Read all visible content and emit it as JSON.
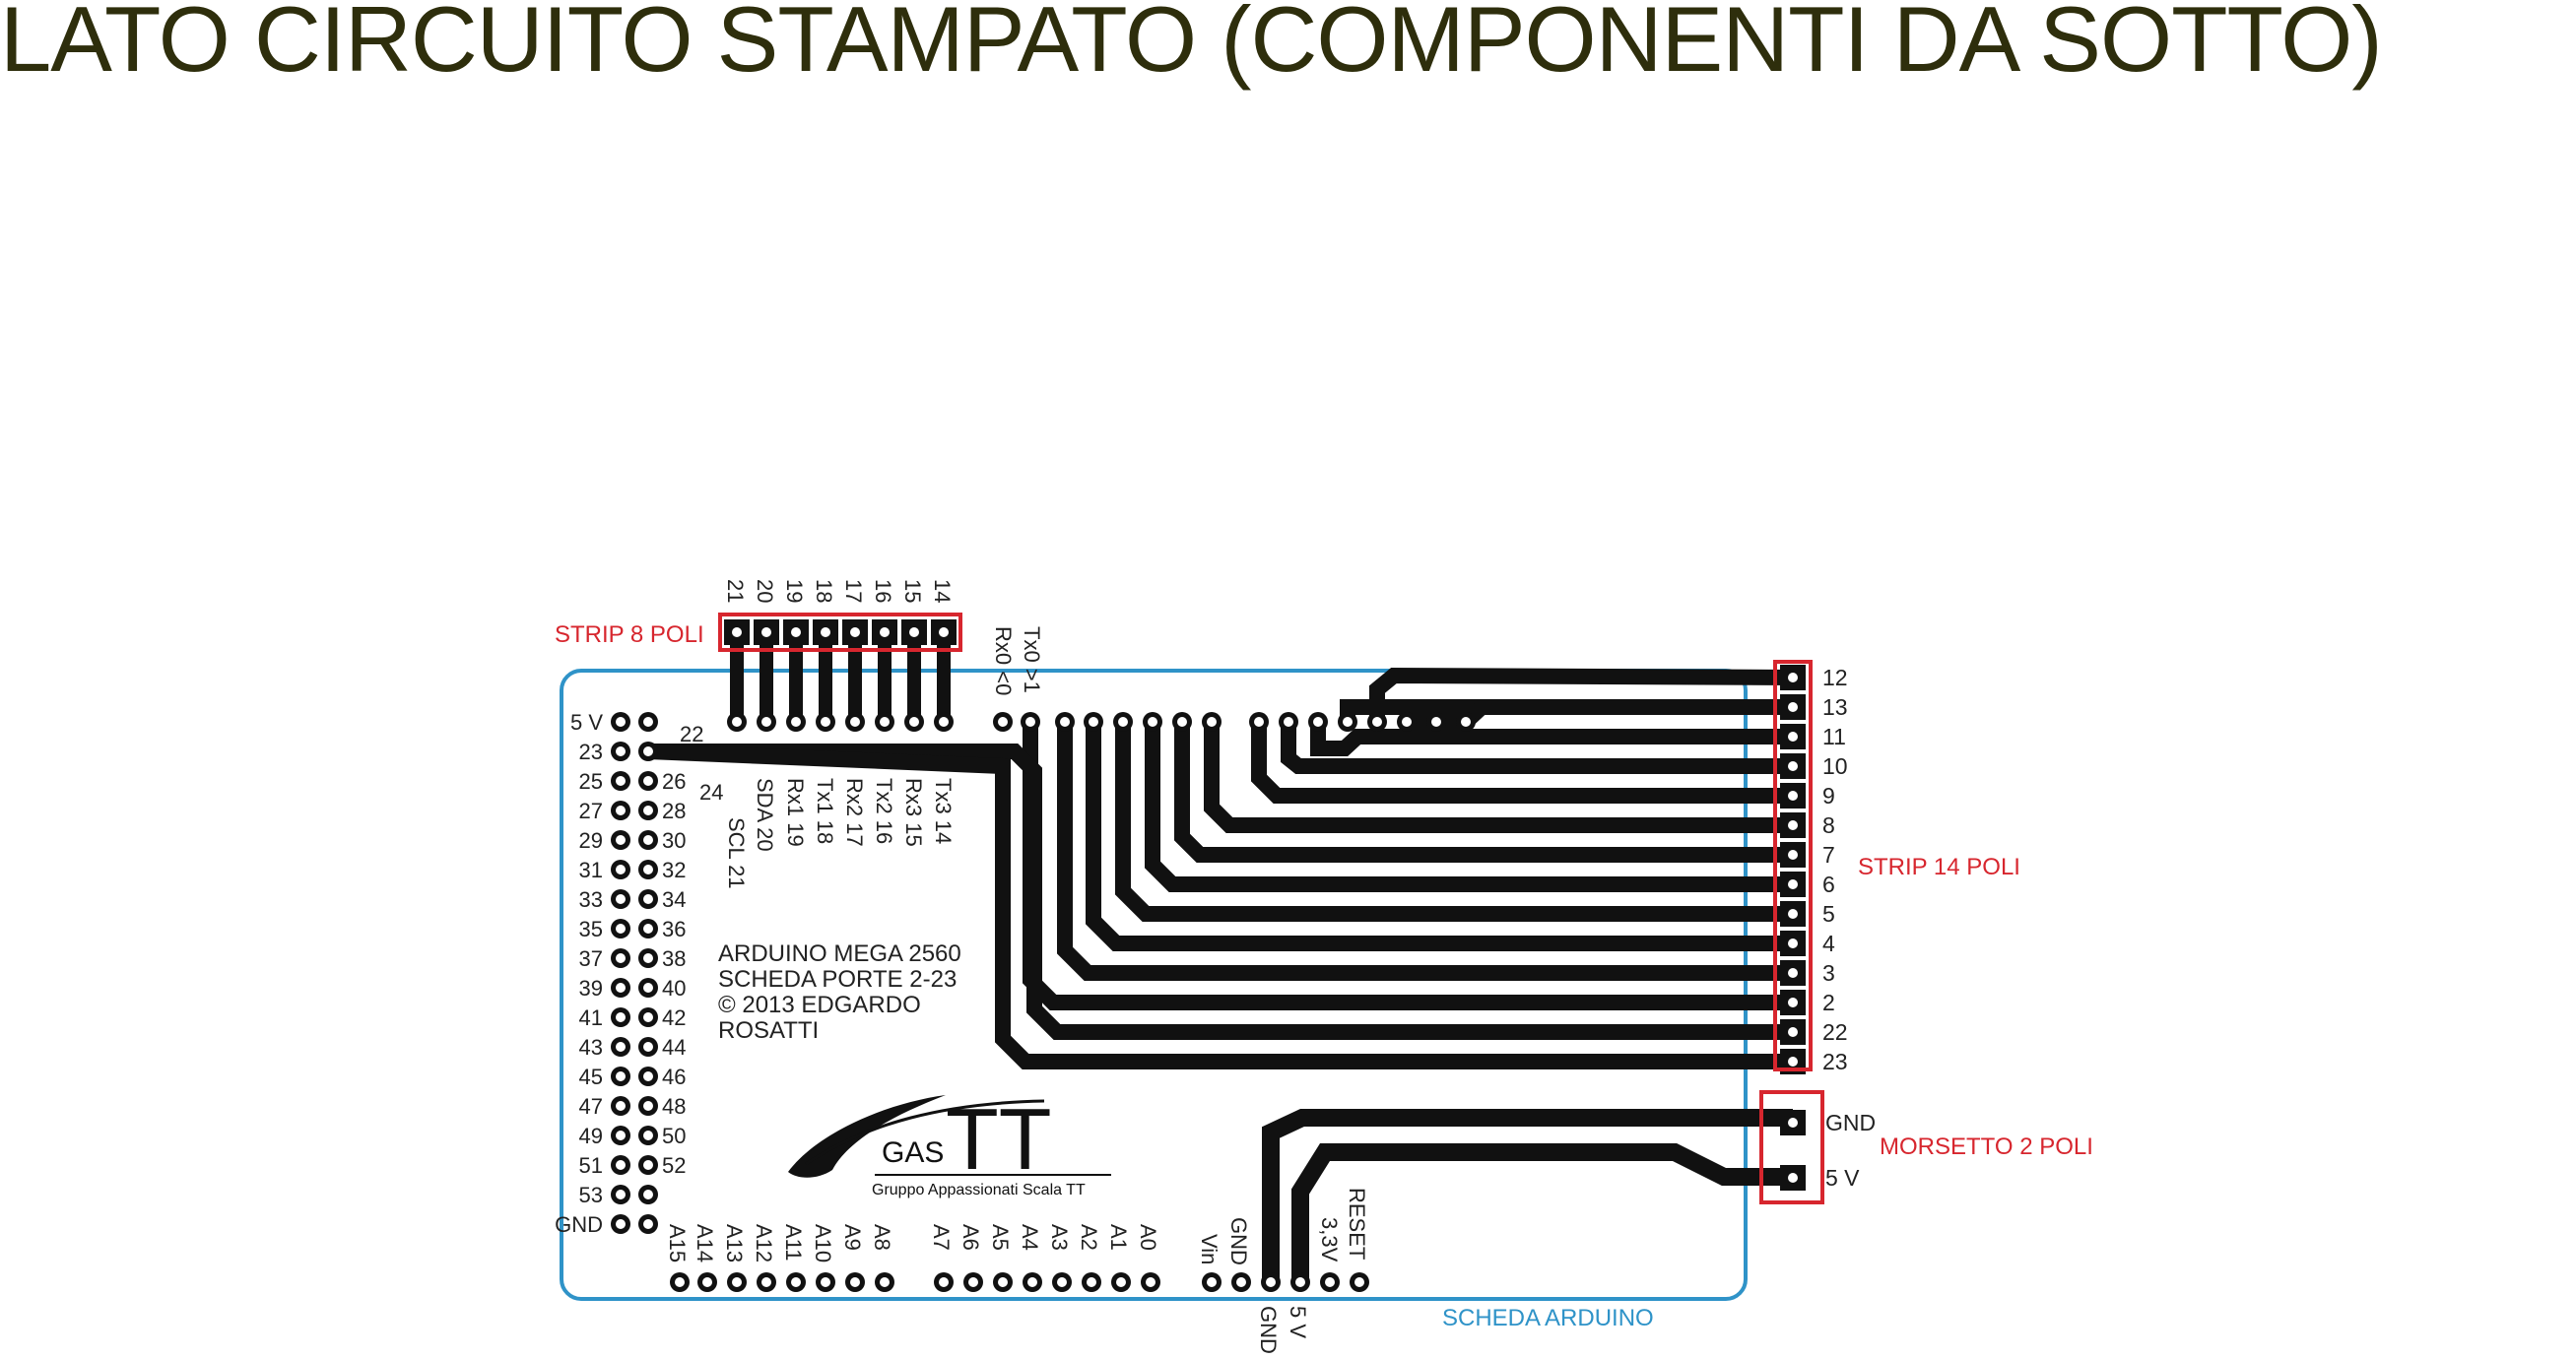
{
  "title": "LATO CIRCUITO STAMPATO (COMPONENTI DA SOTTO)",
  "colors": {
    "trace": "#111111",
    "board_outline": "#2f93c8",
    "connector": "#d7262e",
    "title": "#2e2e0c",
    "label": "#222222"
  },
  "labels": {
    "strip8": "STRIP 8 POLI",
    "strip14": "STRIP 14 POLI",
    "morsetto": "MORSETTO 2 POLI",
    "scheda": "SCHEDA ARDUINO"
  },
  "info": {
    "line1": "ARDUINO MEGA 2560",
    "line2": "SCHEDA PORTE 2-23",
    "line3": "© 2013 EDGARDO",
    "line4": "ROSATTI"
  },
  "logo": {
    "gas": "GAS",
    "tt": "TT",
    "subtitle": "Gruppo Appassionati Scala TT"
  },
  "strip8_numbers": [
    "21",
    "20",
    "19",
    "18",
    "17",
    "16",
    "15",
    "14"
  ],
  "comm_labels": [
    "SDA 20",
    "SCL 21",
    "Rx1 19",
    "Tx1 18",
    "Rx2 17",
    "Tx2 16",
    "Rx3 15",
    "Tx3 14"
  ],
  "top_header": {
    "rx0": "Rx0 <0",
    "tx0": "Tx0 >1"
  },
  "strip14_labels": [
    "12",
    "13",
    "11",
    "10",
    "9",
    "8",
    "7",
    "6",
    "5",
    "4",
    "3",
    "2",
    "22",
    "23"
  ],
  "morsetto_labels": [
    "GND",
    "5 V"
  ],
  "left_header_left": [
    "5 V",
    "23",
    "25",
    "27",
    "29",
    "31",
    "33",
    "35",
    "37",
    "39",
    "41",
    "43",
    "45",
    "47",
    "49",
    "51",
    "53",
    "GND"
  ],
  "left_header_right": [
    "22",
    "24",
    "26",
    "28",
    "30",
    "32",
    "34",
    "36",
    "38",
    "40",
    "42",
    "44",
    "46",
    "48",
    "50",
    "52"
  ],
  "analog_labels": [
    "A15",
    "A14",
    "A13",
    "A12",
    "A11",
    "A10",
    "A9",
    "A8",
    "A7",
    "A6",
    "A5",
    "A4",
    "A3",
    "A2",
    "A1",
    "A0"
  ],
  "power_labels": {
    "vin": "Vin",
    "gnd_top": "GND",
    "gnd_bottom": "GND",
    "v5": "5 V",
    "v33": "3,3V",
    "reset": "RESET"
  }
}
